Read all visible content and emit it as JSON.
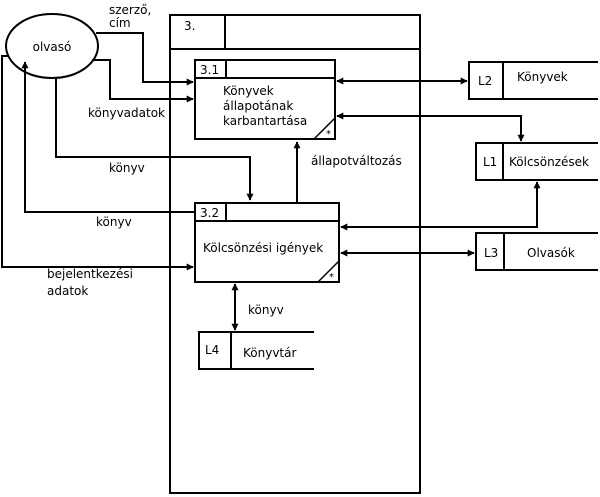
{
  "external_entity": {
    "label": "olvasó"
  },
  "container": {
    "label": "3."
  },
  "processes": [
    {
      "id": "3.1",
      "title_lines": [
        "Könyvek",
        "állapotának",
        "karbantartása"
      ],
      "marker": "*"
    },
    {
      "id": "3.2",
      "title_lines": [
        "Kölcsönzési igények"
      ],
      "marker": "*"
    }
  ],
  "data_stores": [
    {
      "id": "L2",
      "name": "Könyvek"
    },
    {
      "id": "L1",
      "name": "Kölcsönzések"
    },
    {
      "id": "L3",
      "name": "Olvasók"
    },
    {
      "id": "L4",
      "name": "Könyvtár"
    }
  ],
  "flows": {
    "szerzo_cim": [
      "szerző,",
      "cím"
    ],
    "konyvadatok": "könyvadatok",
    "konyv_to_32": "könyv",
    "konyv_back": "könyv",
    "bejelentkezesi": [
      "bejelentkezési",
      "adatok"
    ],
    "allapotvaltozas": "állapotváltozás",
    "konyv_l4": "könyv"
  }
}
